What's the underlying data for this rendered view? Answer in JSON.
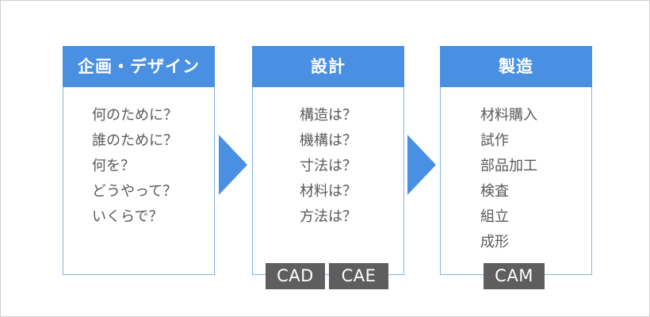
{
  "diagram": {
    "title": "",
    "background_color": "#ffffff",
    "border_color": "#cfcfcf",
    "accent_color": "#4a90e2",
    "box_border_color": "#7fb4e8",
    "tag_color": "#5e5e5e",
    "text_color": "#595959"
  },
  "columns": [
    {
      "id": "planning-design",
      "header": "企画・デザイン",
      "items": [
        "何のために？",
        "誰のために？",
        "何を？",
        "どうやって？",
        "いくらで？"
      ],
      "tags": []
    },
    {
      "id": "design",
      "header": "設計",
      "items": [
        "構造は？",
        "機構は？",
        "寸法は？",
        "材料は？",
        "方法は？"
      ],
      "tags": [
        "CAD",
        "CAE"
      ]
    },
    {
      "id": "manufacturing",
      "header": "製造",
      "items": [
        "材料購入",
        "試作",
        "部品加工",
        "検査",
        "組立",
        "成形"
      ],
      "tags": [
        "CAM"
      ]
    }
  ],
  "arrows": [
    {
      "id": "arrow-planning-to-design",
      "direction": "right"
    },
    {
      "id": "arrow-design-to-manufacturing",
      "direction": "right"
    }
  ]
}
